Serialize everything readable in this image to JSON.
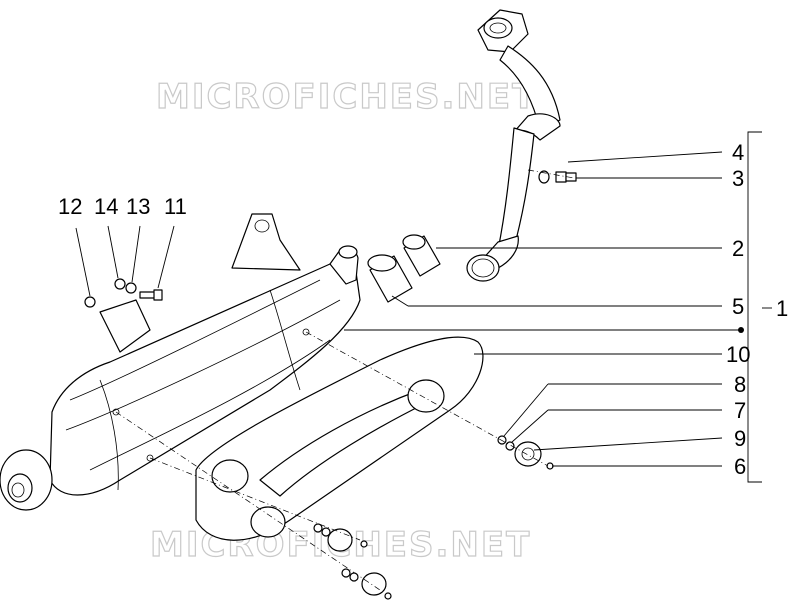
{
  "watermarks": [
    "MICROFICHES.NET",
    "MICROFICHES.NET"
  ],
  "callouts": {
    "c1": "1",
    "c2": "2",
    "c3": "3",
    "c4": "4",
    "c5": "5",
    "c6": "6",
    "c7": "7",
    "c8": "8",
    "c9": "9",
    "c10": "10",
    "c11": "11",
    "c12": "12",
    "c13": "13",
    "c14": "14"
  }
}
